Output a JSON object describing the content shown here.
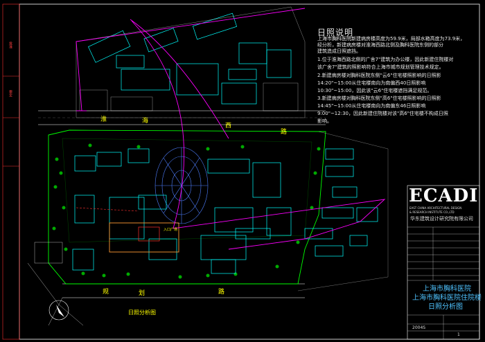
{
  "notes": {
    "title": "日照说明",
    "lines": [
      "上海市胸科医院新建病房楼高度为59.9米，局部水箱高度为73.9米，",
      "经分析，新建病房楼对淮海西路北侧及胸科医院东侧的部分",
      "建筑造成日照遮挡。",
      "1.位于淮海西路北侧的广舍7\"建筑为办公楼，因此新建住院楼对",
      "该广舍7\"建筑的照影响符合上海市城市规划管理技术规定。",
      "2.新建病房楼对胸科医院东侧\"云6\"住宅楼照影响的日照影",
      "14:20\"~15:00从住宅楼南向为南偏西40日照影响",
      "10:30\"~15:00，因此该\"云6\"住宅楼遮挡满足规范。",
      "3.新建病房楼对胸科医院东侧\"高6\"住宅楼照影响的日照影",
      "14:45\"~15:00从住宅楼南向为南偏东46日照影响",
      "9:00\"~12:30，因此新建住院楼对该\"高6\"住宅楼不构成日照",
      "影响。"
    ]
  },
  "logo": {
    "text": "ECADI",
    "sub1": "EAST CHINA ARCHITECTURAL DESIGN",
    "sub2": "& RESEARCH INSTITUTE CO.,LTD",
    "company": "华东建筑设计研究院有限公司"
  },
  "title_block": {
    "project1": "上海市胸科医院",
    "project2": "上海市胸科医院住院楼",
    "drawing": "日照分析图",
    "number": "2004S",
    "sheet": "1"
  },
  "map": {
    "road_north": [
      "淮",
      "海",
      "西",
      "路"
    ],
    "road_south": [
      "规",
      "划",
      "路"
    ],
    "caption": "日照分析图",
    "gate_label": "入口广场"
  },
  "side_labels": [
    "批准",
    "审定"
  ],
  "colors": {
    "background": "#000000",
    "site_boundary": "#00ff00",
    "analysis_line": "#ff00ff",
    "buildings": "#00ffff",
    "road_text": "#ffff00",
    "title_blue": "#4fc3ff"
  }
}
